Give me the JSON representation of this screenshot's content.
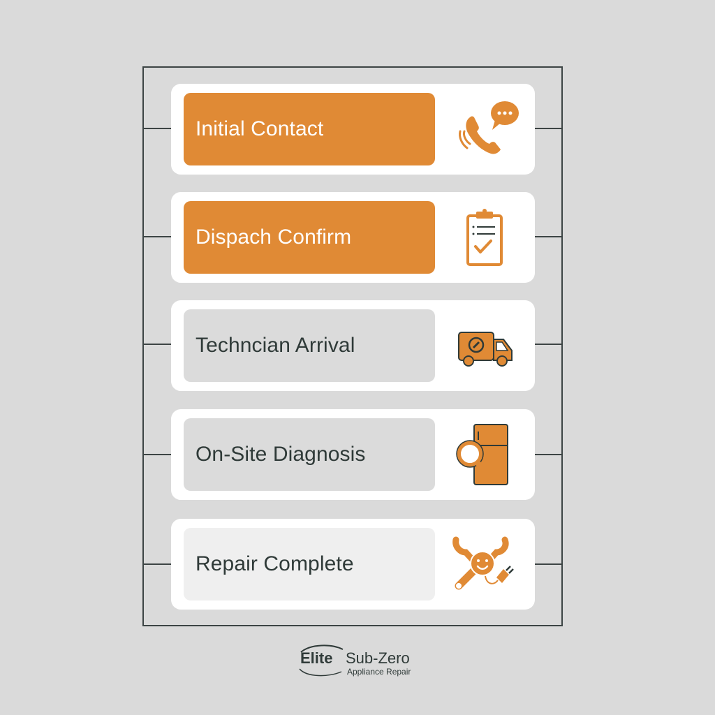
{
  "colors": {
    "background": "#dadada",
    "accent": "#e08a35",
    "frame": "#3c4444",
    "card": "#ffffff",
    "pending_box": "#dbdbdb",
    "done_box": "#efefef",
    "text_dark": "#2f3a38"
  },
  "steps": [
    {
      "label": "Initial Contact",
      "status": "active",
      "icon": "phone-chat-icon"
    },
    {
      "label": "Dispach Confirm",
      "status": "active",
      "icon": "clipboard-check-icon"
    },
    {
      "label": "Techncian Arrival",
      "status": "pending",
      "icon": "service-van-icon"
    },
    {
      "label": "On-Site Diagnosis",
      "status": "pending",
      "icon": "fridge-magnifier-icon"
    },
    {
      "label": "Repair Complete",
      "status": "done",
      "icon": "smiling-wrench-plug-icon"
    }
  ],
  "logo": {
    "brand": "Elite",
    "name": "Sub-Zero",
    "tagline": "Appliance Repair"
  }
}
